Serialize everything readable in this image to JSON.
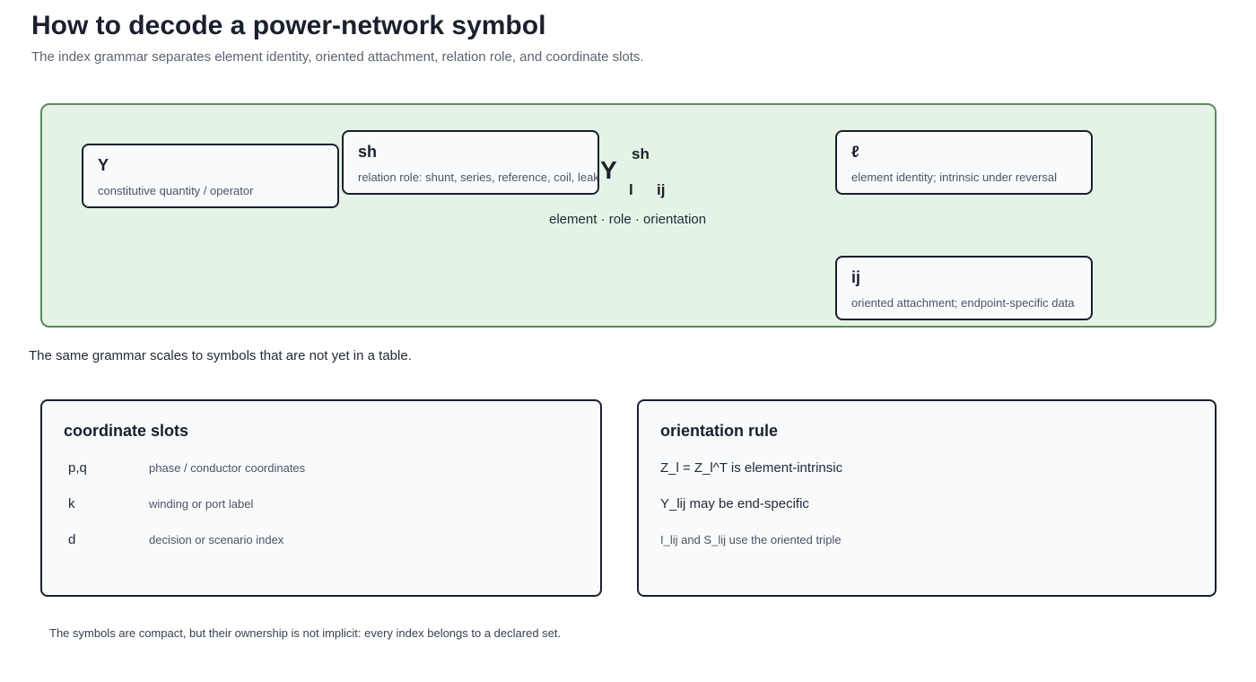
{
  "header": {
    "title": "How to decode a power-network symbol",
    "subtitle": "The index grammar separates element identity, oriented attachment, relation role, and coordinate slots."
  },
  "hero": {
    "cards": {
      "quantity": {
        "title": "Y",
        "desc": "constitutive quantity / operator"
      },
      "role": {
        "title": "sh",
        "desc": "relation role: shunt, series, reference, coil, leak"
      },
      "element": {
        "title": "ℓ",
        "desc": "element identity; intrinsic under reversal"
      },
      "orientation": {
        "title": "ij",
        "desc": "oriented attachment; endpoint-specific data"
      }
    },
    "symbol": {
      "main": "Y",
      "superscript": "sh",
      "subscript_element": "l",
      "subscript_orientation": "ij",
      "caption": "element · role · orientation"
    }
  },
  "note": "The same grammar scales to symbols that are not yet in a table.",
  "coordinate_slots": {
    "title": "coordinate slots",
    "rows": [
      {
        "key": "p,q",
        "desc": "phase / conductor coordinates"
      },
      {
        "key": "k",
        "desc": "winding or port label"
      },
      {
        "key": "d",
        "desc": "decision or scenario index"
      }
    ]
  },
  "orientation_rule": {
    "title": "orientation rule",
    "line1": "Z_l = Z_l^T is element-intrinsic",
    "line2": "Y_lij may be end-specific",
    "line3": "I_lij and S_lij use the oriented triple"
  },
  "footer": "The symbols are compact, but their ownership is not implicit: every index belongs to a declared set."
}
